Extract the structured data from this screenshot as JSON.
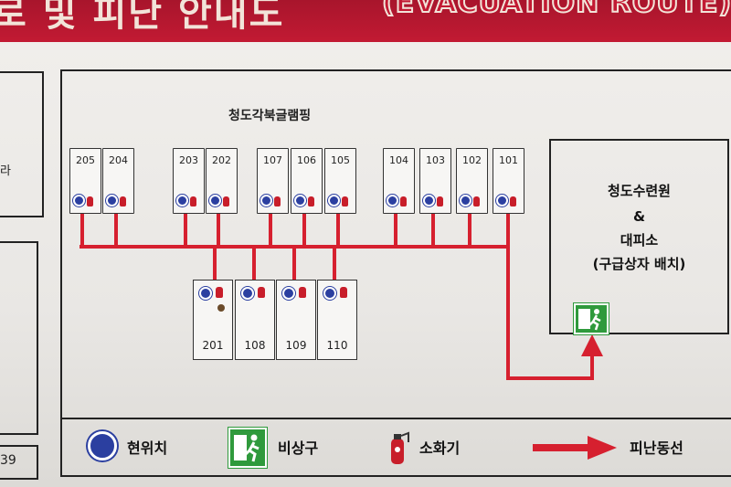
{
  "banner": {
    "title": "로 및 피난 안내도",
    "subtitle": "(EVACUATION ROUTE)"
  },
  "map": {
    "title": "청도각북글램핑"
  },
  "left_side": {
    "label_top": "라",
    "number": "39"
  },
  "rooms_top": [
    "205",
    "204",
    "203",
    "202",
    "107",
    "106",
    "105",
    "104",
    "103",
    "102",
    "101"
  ],
  "rooms_bottom": [
    "201",
    "108",
    "109",
    "110"
  ],
  "shelter": {
    "line1": "청도수련원",
    "line2": "&",
    "line3": "대피소",
    "line4": "(구급상자  배치)"
  },
  "legend": {
    "current": "현위치",
    "exit": "비상구",
    "extinguisher": "소화기",
    "route": "피난동선"
  },
  "colors": {
    "route": "#d6202f",
    "current_location": "#2b3fa0",
    "exit": "#2f9a3c",
    "banner": "#c21a33"
  }
}
